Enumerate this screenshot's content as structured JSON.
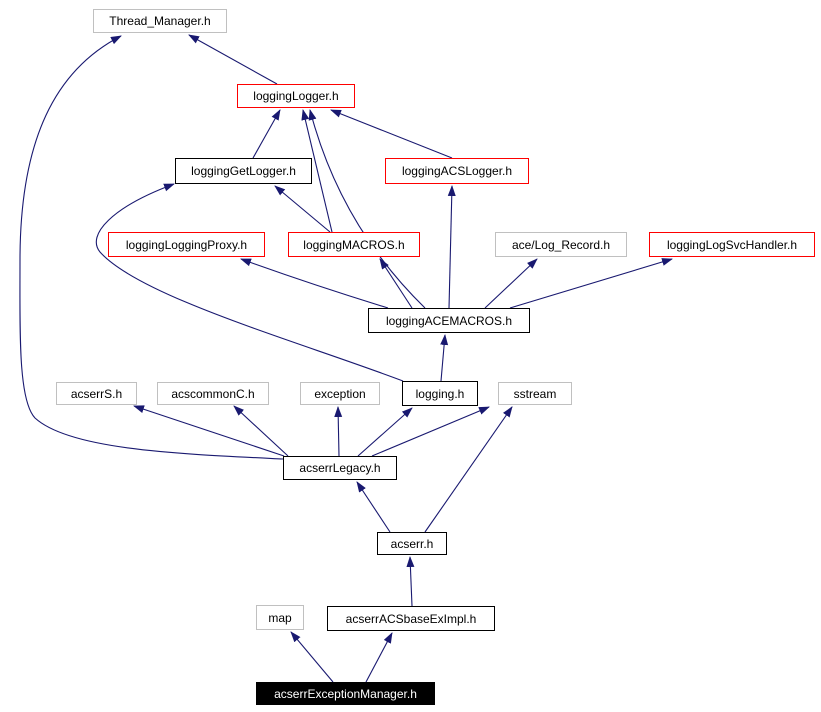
{
  "graph": {
    "kind": "include-dependency-graph",
    "root_file": "acserrExceptionManager.h",
    "colors": {
      "edge": "#191970",
      "border_black": "#000000",
      "border_red": "#fe0000",
      "border_gray": "#c0c0c0",
      "node_fill": "#ffffff",
      "root_fill": "#000000",
      "root_text": "#ffffff",
      "background": "#ffffff"
    },
    "nodes": [
      {
        "id": "thread-manager",
        "label": "Thread_Manager.h",
        "border": "gray",
        "link": false
      },
      {
        "id": "logging-logger",
        "label": "loggingLogger.h",
        "border": "red",
        "link": true
      },
      {
        "id": "logging-getlogger",
        "label": "loggingGetLogger.h",
        "border": "black",
        "link": true
      },
      {
        "id": "logging-acslogger",
        "label": "loggingACSLogger.h",
        "border": "red",
        "link": true
      },
      {
        "id": "logging-loggingproxy",
        "label": "loggingLoggingProxy.h",
        "border": "red",
        "link": true
      },
      {
        "id": "logging-macros",
        "label": "loggingMACROS.h",
        "border": "red",
        "link": true
      },
      {
        "id": "ace-log-record",
        "label": "ace/Log_Record.h",
        "border": "gray",
        "link": false
      },
      {
        "id": "logging-logsvchandler",
        "label": "loggingLogSvcHandler.h",
        "border": "red",
        "link": true
      },
      {
        "id": "logging-acemacros",
        "label": "loggingACEMACROS.h",
        "border": "black",
        "link": true
      },
      {
        "id": "acserrs",
        "label": "acserrS.h",
        "border": "gray",
        "link": false
      },
      {
        "id": "acscommonc",
        "label": "acscommonC.h",
        "border": "gray",
        "link": false
      },
      {
        "id": "exception",
        "label": "exception",
        "border": "gray",
        "link": false
      },
      {
        "id": "logging",
        "label": "logging.h",
        "border": "black",
        "link": true
      },
      {
        "id": "sstream",
        "label": "sstream",
        "border": "gray",
        "link": false
      },
      {
        "id": "acserrlegacy",
        "label": "acserrLegacy.h",
        "border": "black",
        "link": true
      },
      {
        "id": "acserr",
        "label": "acserr.h",
        "border": "black",
        "link": true
      },
      {
        "id": "map",
        "label": "map",
        "border": "gray",
        "link": false
      },
      {
        "id": "acserracsbaseeximpl",
        "label": "acserrACSbaseExImpl.h",
        "border": "black",
        "link": true
      },
      {
        "id": "acserrexceptionmanager",
        "label": "acserrExceptionManager.h",
        "border": "filled",
        "link": false
      }
    ],
    "edges": [
      {
        "from": "logging-logger",
        "to": "thread-manager"
      },
      {
        "from": "acserrlegacy",
        "to": "thread-manager"
      },
      {
        "from": "logging-getlogger",
        "to": "logging-logger"
      },
      {
        "from": "logging-macros",
        "to": "logging-logger"
      },
      {
        "from": "logging-acemacros",
        "to": "logging-logger"
      },
      {
        "from": "logging-acslogger",
        "to": "logging-logger"
      },
      {
        "from": "logging-macros",
        "to": "logging-getlogger"
      },
      {
        "from": "logging",
        "to": "logging-getlogger"
      },
      {
        "from": "logging-acemacros",
        "to": "logging-loggingproxy"
      },
      {
        "from": "logging-acemacros",
        "to": "logging-macros"
      },
      {
        "from": "logging-acemacros",
        "to": "logging-acslogger"
      },
      {
        "from": "logging-acemacros",
        "to": "ace-log-record"
      },
      {
        "from": "logging-acemacros",
        "to": "logging-logsvchandler"
      },
      {
        "from": "logging",
        "to": "logging-acemacros"
      },
      {
        "from": "acserrlegacy",
        "to": "acserrs"
      },
      {
        "from": "acserrlegacy",
        "to": "acscommonc"
      },
      {
        "from": "acserrlegacy",
        "to": "exception"
      },
      {
        "from": "acserrlegacy",
        "to": "logging"
      },
      {
        "from": "acserrlegacy",
        "to": "sstream"
      },
      {
        "from": "acserr",
        "to": "acserrlegacy"
      },
      {
        "from": "acserr",
        "to": "sstream"
      },
      {
        "from": "acserracsbaseeximpl",
        "to": "acserr"
      },
      {
        "from": "acserrexceptionmanager",
        "to": "map"
      },
      {
        "from": "acserrexceptionmanager",
        "to": "acserracsbaseeximpl"
      }
    ]
  }
}
